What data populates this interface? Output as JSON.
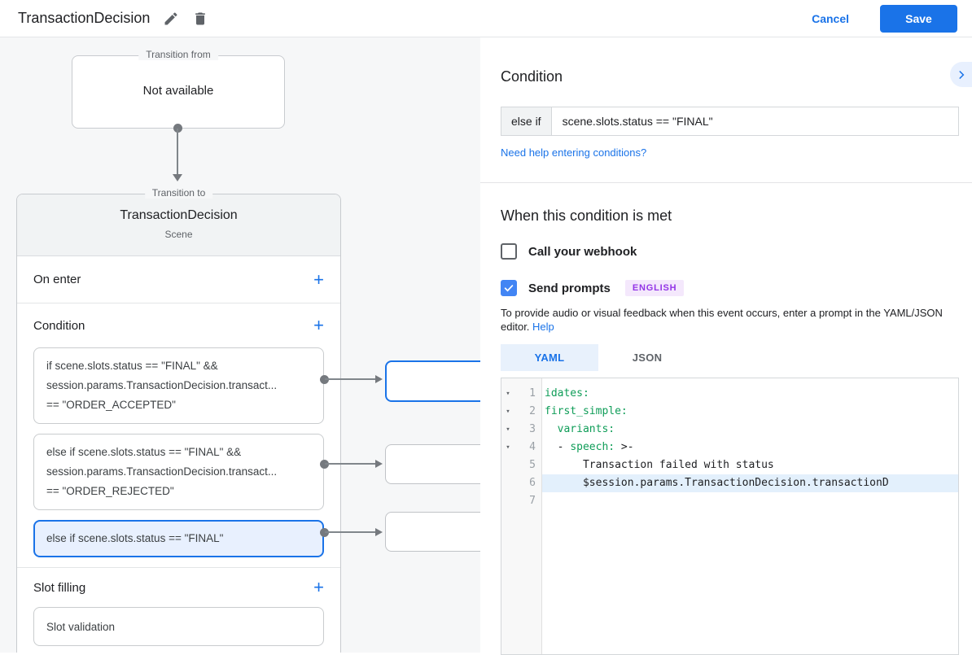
{
  "header": {
    "title": "TransactionDecision",
    "cancel": "Cancel",
    "save": "Save"
  },
  "icons": {
    "plus": "+",
    "fold": "▾"
  },
  "colors": {
    "accent_blue": "#1a73e8",
    "checkbox_blue": "#4285f4",
    "badge_purple": "#9334e6",
    "badge_bg": "#f4e8fc",
    "code_green": "#0f9d58",
    "selected_card_bg": "#e8f0fe",
    "line_highlight": "#e3f0fc"
  },
  "diagram": {
    "transition_from": {
      "legend": "Transition from",
      "content": "Not available"
    },
    "transition_to": {
      "legend": "Transition to",
      "title": "TransactionDecision",
      "subtitle": "Scene",
      "on_enter": {
        "label": "On enter"
      },
      "condition": {
        "label": "Condition",
        "cards": [
          {
            "selected": false,
            "lines": [
              "if scene.slots.status == \"FINAL\" &&",
              "session.params.TransactionDecision.transact...",
              "== \"ORDER_ACCEPTED\""
            ]
          },
          {
            "selected": false,
            "lines": [
              "else if scene.slots.status == \"FINAL\" &&",
              "session.params.TransactionDecision.transact...",
              "== \"ORDER_REJECTED\""
            ]
          },
          {
            "selected": true,
            "lines": [
              "else if scene.slots.status == \"FINAL\""
            ]
          }
        ]
      },
      "slot_filling": {
        "label": "Slot filling",
        "card": "Slot validation"
      }
    }
  },
  "panel": {
    "title": "Condition",
    "condition_prefix": "else if",
    "condition_value": "scene.slots.status == \"FINAL\"",
    "help_link": "Need help entering conditions?",
    "section_title": "When this condition is met",
    "webhook_label": "Call your webhook",
    "prompts_label": "Send prompts",
    "language_badge": "ENGLISH",
    "description": "To provide audio or visual feedback when this event occurs, enter a prompt in the YAML/JSON editor.",
    "description_link": "Help",
    "tabs": [
      {
        "label": "YAML",
        "selected": true
      },
      {
        "label": "JSON",
        "selected": false
      }
    ],
    "editor": {
      "lines": [
        {
          "num": 1,
          "fold": true,
          "hl": false,
          "segs": [
            [
              "idates:",
              "k"
            ]
          ]
        },
        {
          "num": 2,
          "fold": true,
          "hl": false,
          "segs": [
            [
              "first_simple:",
              "k"
            ]
          ]
        },
        {
          "num": 3,
          "fold": true,
          "hl": false,
          "segs": [
            [
              "  ",
              "p"
            ],
            [
              "variants:",
              "k"
            ]
          ]
        },
        {
          "num": 4,
          "fold": true,
          "hl": false,
          "segs": [
            [
              "  - ",
              "p"
            ],
            [
              "speech:",
              "k"
            ],
            [
              " >-",
              "p"
            ]
          ]
        },
        {
          "num": 5,
          "fold": false,
          "hl": false,
          "segs": [
            [
              "      Transaction failed with status",
              "p"
            ]
          ]
        },
        {
          "num": 6,
          "fold": false,
          "hl": true,
          "segs": [
            [
              "      $session.params.TransactionDecision.transactionD",
              "p"
            ]
          ]
        },
        {
          "num": 7,
          "fold": false,
          "hl": false,
          "segs": [
            [
              "",
              "p"
            ]
          ]
        }
      ]
    }
  }
}
